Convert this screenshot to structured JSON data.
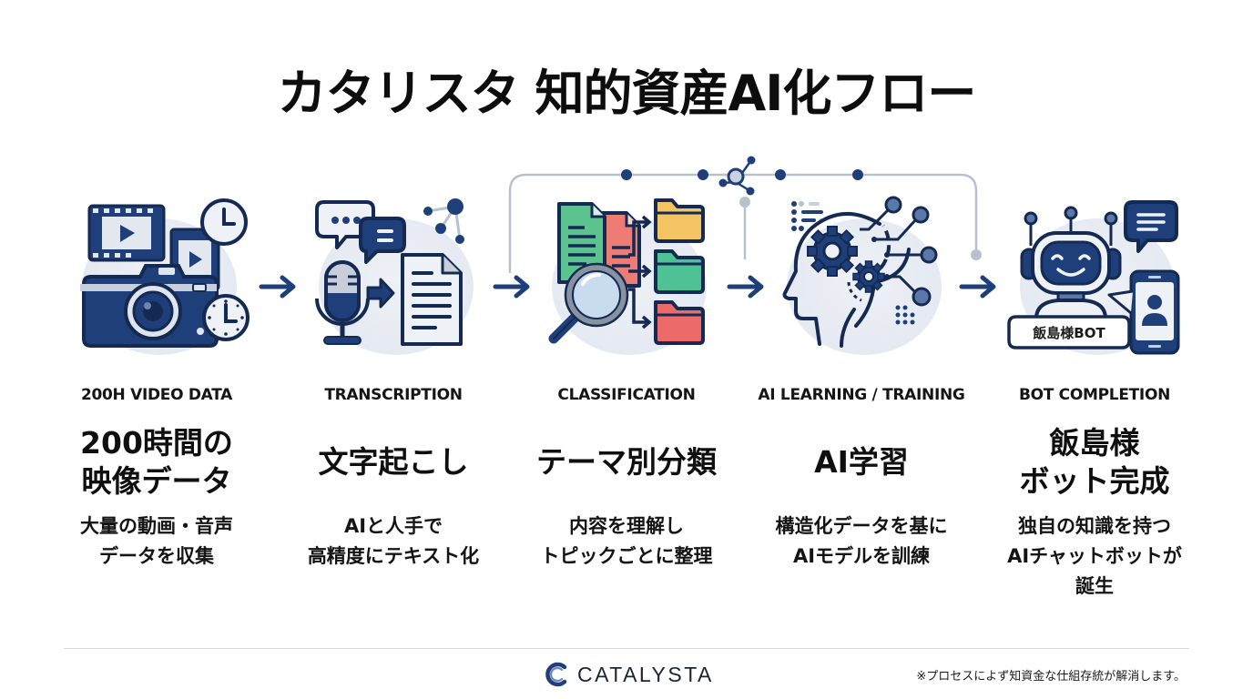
{
  "title": "カタリスタ 知的資産AI化フロー",
  "colors": {
    "navy": "#1e3f7a",
    "navy_dark": "#142a52",
    "light_fill": "#dfe5ef",
    "connector_gray": "#b8c2cf",
    "folder_yellow": "#f2c462",
    "folder_green": "#4fc295",
    "folder_red": "#ec6b6a",
    "doc_green": "#5cc290",
    "doc_red": "#ee7c74"
  },
  "steps": [
    {
      "id": "video-data",
      "en_label": "200H VIDEO DATA",
      "jp_title": "200時間の\n映像データ",
      "jp_desc": "大量の動画・音声\nデータを収集",
      "icons": [
        "film-strip-icon",
        "play-icon",
        "camera-icon",
        "clock-icon"
      ]
    },
    {
      "id": "transcription",
      "en_label": "TRANSCRIPTION",
      "jp_title": "文字起こし",
      "jp_desc": "AIと人手で\n高精度にテキスト化",
      "icons": [
        "speech-bubble-icon",
        "microphone-icon",
        "arrow-right-icon",
        "document-icon",
        "network-nodes-icon"
      ]
    },
    {
      "id": "classification",
      "en_label": "CLASSIFICATION",
      "jp_title": "テーマ別分類",
      "jp_desc": "内容を理解し\nトピックごとに整理",
      "icons": [
        "document-icon",
        "magnifier-icon",
        "folder-icon"
      ]
    },
    {
      "id": "ai-learning",
      "en_label": "AI LEARNING / TRAINING",
      "jp_title": "AI学習",
      "jp_desc": "構造化データを基に\nAIモデルを訓練",
      "icons": [
        "head-profile-icon",
        "gear-icon",
        "neural-nodes-icon"
      ]
    },
    {
      "id": "bot-completion",
      "en_label": "BOT COMPLETION",
      "jp_title": "飯島様\nボット完成",
      "jp_desc": "独自の知識を持つ\nAIチャットボットが\n誕生",
      "icons": [
        "robot-icon",
        "chat-bubble-icon",
        "smartphone-icon",
        "user-icon"
      ],
      "badge": "飯島様BOT"
    }
  ],
  "footer": {
    "logo_text": "CATALYSTA",
    "note": "※プロセスによず知資金な仕組存統が解消します。"
  }
}
